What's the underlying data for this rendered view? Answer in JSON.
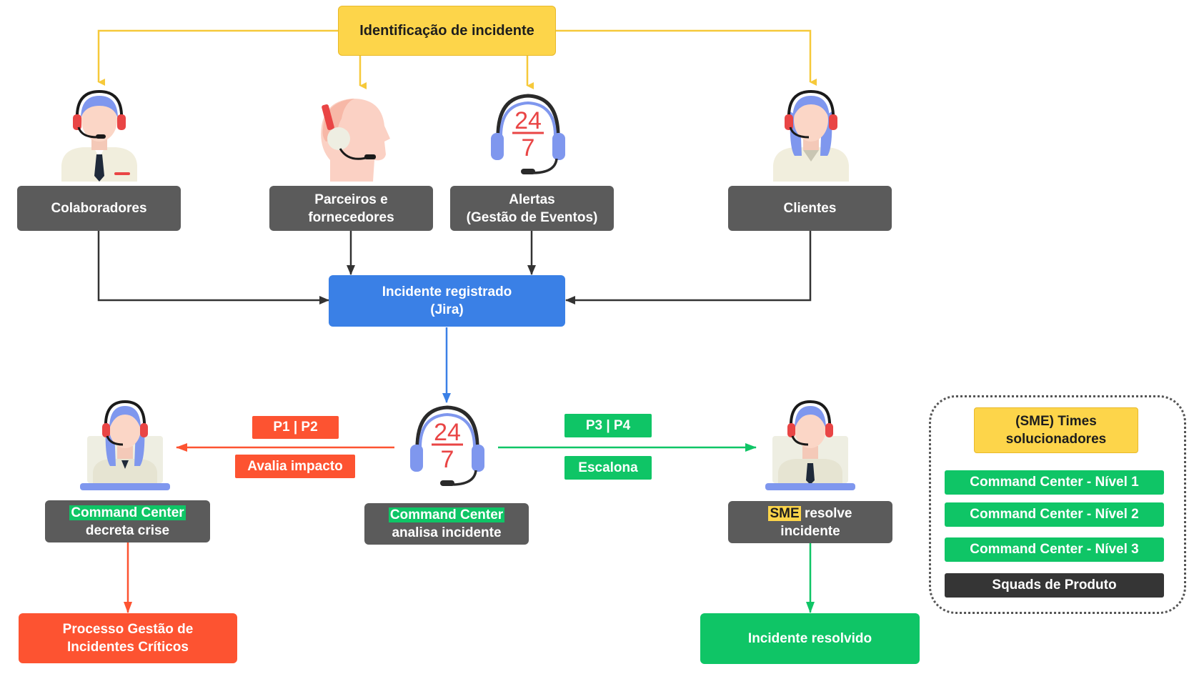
{
  "top": {
    "identificacao": "Identificação de incidente"
  },
  "sources": {
    "colaboradores": "Colaboradores",
    "parceiros": "Parceiros e\nfornecedores",
    "alertas": "Alertas\n(Gestão de Eventos)",
    "clientes": "Clientes"
  },
  "icons": {
    "clock_top": "24",
    "clock_bottom": "7"
  },
  "registrado": "Incidente registrado\n(Jira)",
  "center": {
    "highlight": "Command Center",
    "rest": "analisa incidente"
  },
  "left": {
    "p_tag": "P1 | P2",
    "avalia_tag": "Avalia impacto",
    "highlight": "Command Center",
    "rest": "decreta crise",
    "final": "Processo Gestão de\nIncidentes Críticos"
  },
  "right": {
    "p_tag": "P3 | P4",
    "escalona_tag": "Escalona",
    "highlight": "SME",
    "rest_1": " resolve",
    "rest_2": "incidente",
    "final": "Incidente resolvido"
  },
  "legend": {
    "title": "(SME) Times\nsolucionadores",
    "items": [
      "Command Center - Nível 1",
      "Command Center - Nível 2",
      "Command Center - Nível 3",
      "Squads de Produto"
    ]
  },
  "colors": {
    "dark_box": "#5b5b5b",
    "yellow": "#fdd54a",
    "blue": "#3a80e6",
    "red": "#fd5331",
    "green": "#0fc566",
    "black": "#353535",
    "yellow_line": "#f6c93a"
  }
}
